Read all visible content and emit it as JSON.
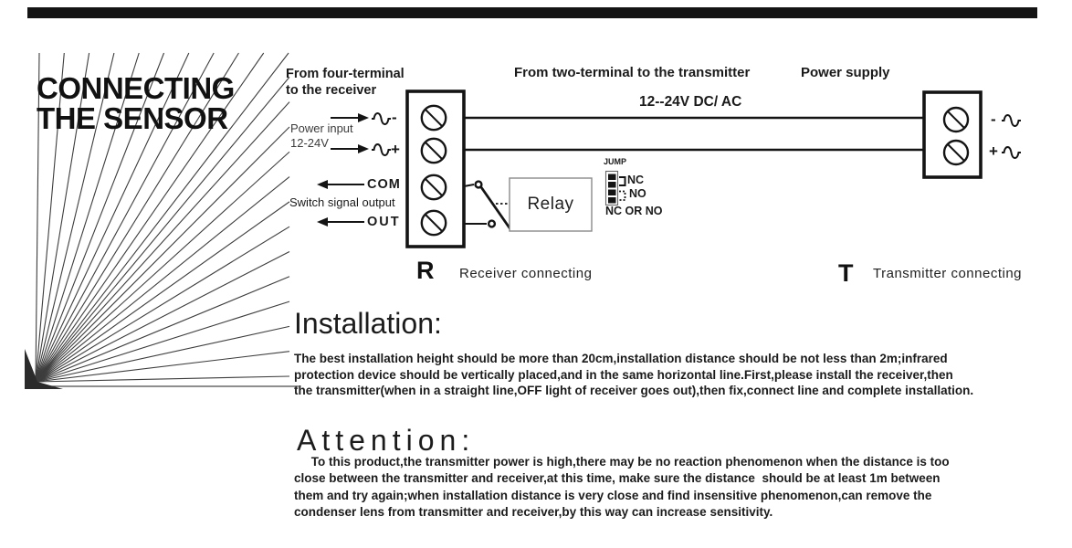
{
  "colors": {
    "ink": "#1a1a1a",
    "background": "#ffffff",
    "relay_border": "#8a8a8a"
  },
  "header": {
    "title_line1": "CONNECTING",
    "title_line2": "THE SENSOR"
  },
  "diagram": {
    "receiver": {
      "from_label_line1": "From four-terminal",
      "from_label_line2": "to the receiver",
      "power_input_line1": "Power input",
      "power_input_line2": "12-24V",
      "minus": "-",
      "plus": "+",
      "com_label": "COM",
      "switch_output_label": "Switch signal output",
      "out_label": "OUT",
      "letter": "R",
      "caption": "Receiver connecting"
    },
    "relay": {
      "label": "Relay"
    },
    "jumper": {
      "jump_label": "JUMP",
      "nc_label": "NC",
      "no_label": "NO",
      "nc_or_no_label": "NC OR NO"
    },
    "transmitter": {
      "from_label": "From two-terminal to the transmitter",
      "power_supply_label": "Power supply",
      "voltage_label": "12--24V DC/ AC",
      "minus": "-",
      "plus": "+",
      "letter": "T",
      "caption": "Transmitter connecting"
    }
  },
  "installation": {
    "heading": "Installation:",
    "body": "The best installation height should be more than 20cm,installation distance should be not less than 2m;infrared\nprotection device should be vertically placed,and in the same horizontal line.First,please install the receiver,then\nthe transmitter(when in a straight line,OFF light of receiver goes out),then fix,connect line and complete installation."
  },
  "attention": {
    "heading": "Attention:",
    "body": "     To this product,the transmitter power is high,there may be no reaction phenomenon when the distance is too\nclose between the transmitter and receiver,at this time, make sure the distance  should be at least 1m between\nthem and try again;when installation distance is very close and find insensitive phenomenon,can remove the\ncondenser lens from transmitter and receiver,by this way can increase sensitivity."
  }
}
